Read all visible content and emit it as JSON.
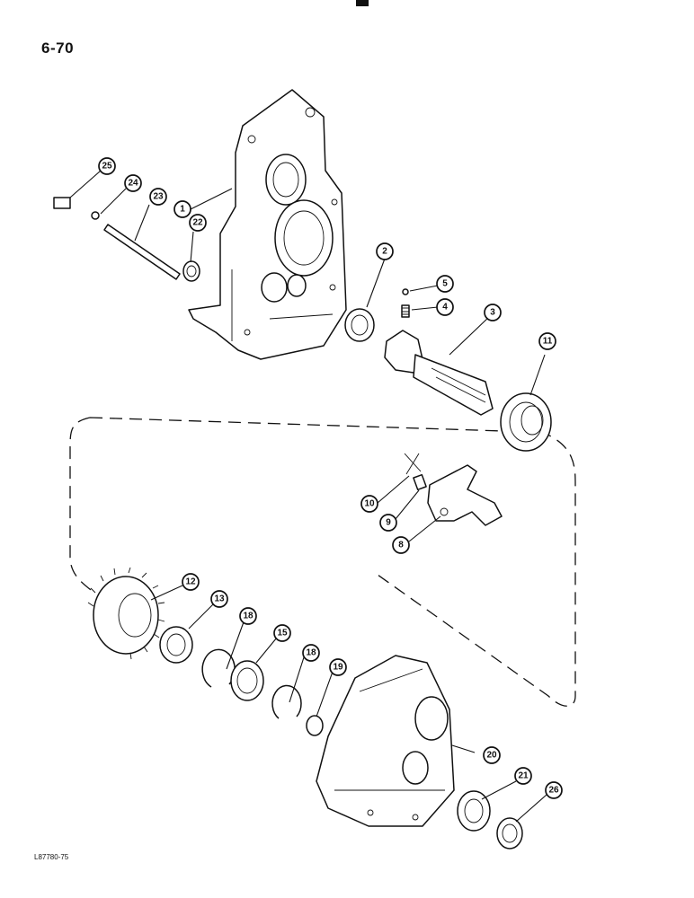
{
  "page_number": "6-70",
  "figure_code": "L87780-75",
  "callouts": {
    "c1": "1",
    "c2": "2",
    "c3": "3",
    "c4": "4",
    "c5": "5",
    "c8": "8",
    "c9": "9",
    "c10": "10",
    "c11": "11",
    "c12": "12",
    "c13": "13",
    "c15": "15",
    "c18a": "18",
    "c18b": "18",
    "c19": "19",
    "c20": "20",
    "c21": "21",
    "c22": "22",
    "c23": "23",
    "c24": "24",
    "c25": "25",
    "c26": "26"
  }
}
